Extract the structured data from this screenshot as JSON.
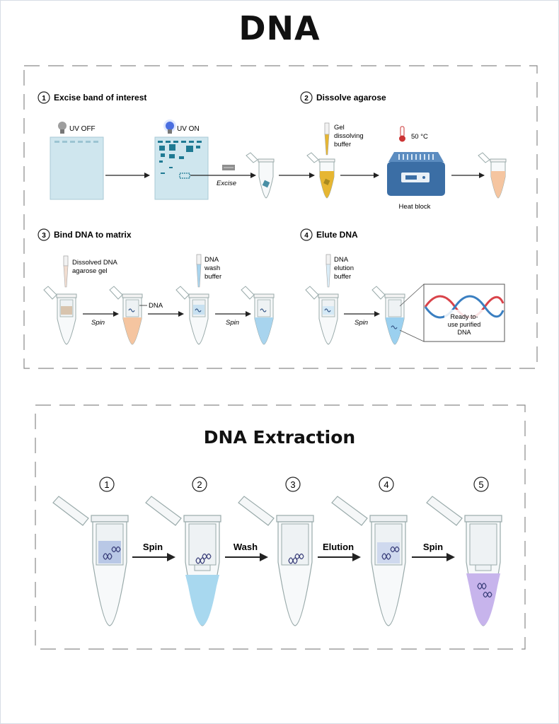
{
  "title": "DNA",
  "panel1": {
    "steps": [
      {
        "num": "1",
        "label": "Excise band of interest"
      },
      {
        "num": "2",
        "label": "Dissolve agarose"
      },
      {
        "num": "3",
        "label": "Bind DNA to matrix"
      },
      {
        "num": "4",
        "label": "Elute DNA"
      }
    ],
    "labels": {
      "uv_off": "UV OFF",
      "uv_on": "UV ON",
      "excise": "Excise",
      "gel_buffer": [
        "Gel",
        "dissolving",
        "buffer"
      ],
      "temp": "50 °C",
      "heat_block": "Heat block",
      "dissolved": [
        "Dissolved DNA",
        "agarose gel"
      ],
      "dna": "DNA",
      "wash_buffer": [
        "DNA",
        "wash",
        "buffer"
      ],
      "elution_buffer": [
        "DNA",
        "elution",
        "buffer"
      ],
      "spin": "Spin",
      "ready": [
        "Ready to-",
        "use purified",
        "DNA"
      ]
    }
  },
  "panel2": {
    "title": "DNA Extraction",
    "tube_numbers": [
      "1",
      "2",
      "3",
      "4",
      "5"
    ],
    "arrows": [
      "Spin",
      "Wash",
      "Elution",
      "Spin"
    ]
  },
  "colors": {
    "gel": "#cfe6ee",
    "band": "#1f7a93",
    "yellow": "#e6b632",
    "peach": "#f5c5a0",
    "wash": "#a8d4ee",
    "elute": "#9bd0ef",
    "purple": "#c7b4ec",
    "dna_red": "#d9434a",
    "dna_blue": "#3a7fc1",
    "heat_block": "#3b6ea5"
  }
}
